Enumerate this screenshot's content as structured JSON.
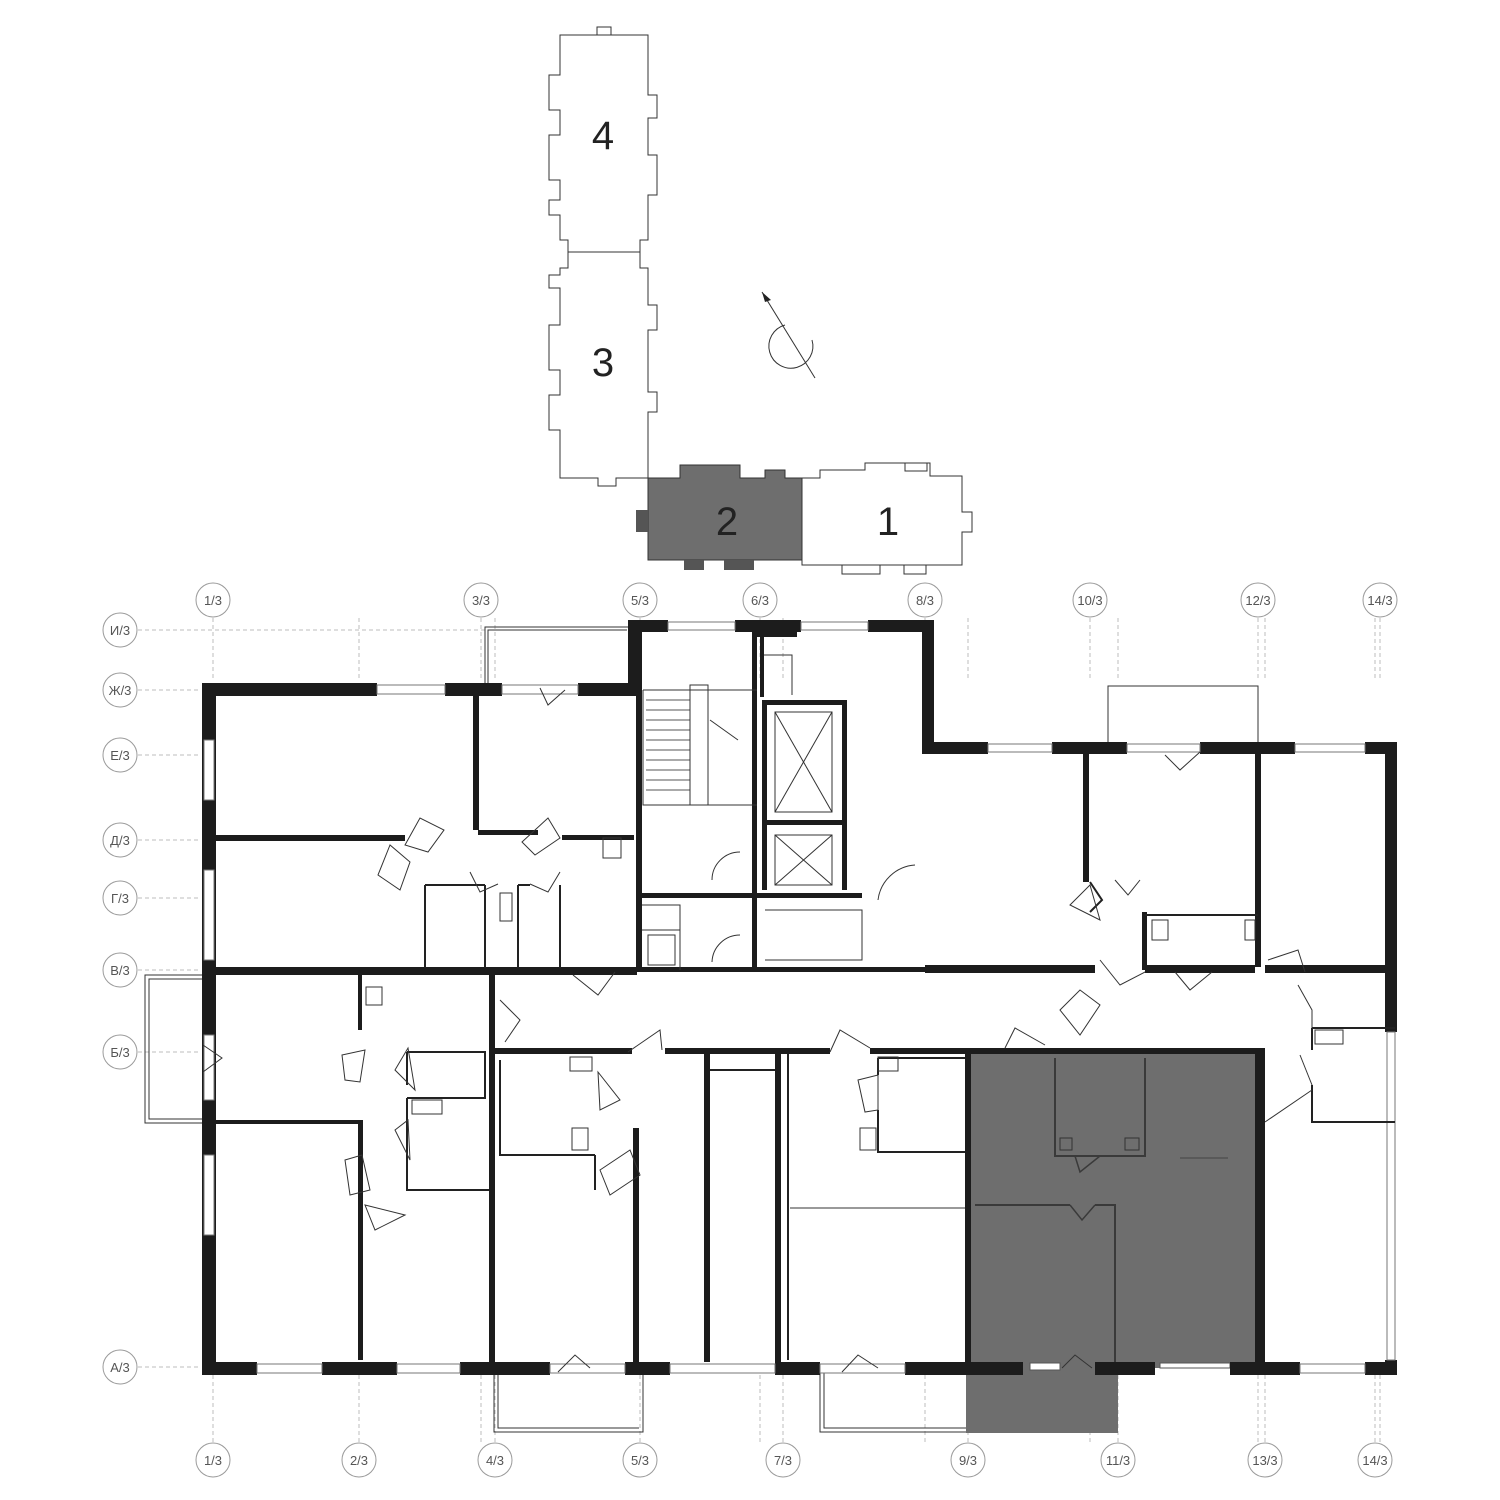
{
  "key_plan": {
    "sections": [
      {
        "label": "4",
        "highlighted": false
      },
      {
        "label": "3",
        "highlighted": false
      },
      {
        "label": "2",
        "highlighted": true
      },
      {
        "label": "1",
        "highlighted": false
      }
    ],
    "north_arrow_icon": "compass-icon"
  },
  "axes": {
    "top": [
      "1/3",
      "3/3",
      "5/3",
      "6/3",
      "8/3",
      "10/3",
      "12/3",
      "14/3"
    ],
    "bottom": [
      "1/3",
      "2/3",
      "4/3",
      "5/3",
      "7/3",
      "9/3",
      "11/3",
      "13/3",
      "14/3"
    ],
    "left": [
      "И/3",
      "Ж/3",
      "Е/3",
      "Д/3",
      "Г/3",
      "В/3",
      "Б/3",
      "А/3"
    ]
  },
  "colors": {
    "highlight": "#6e6e6e",
    "wall": "#1c1c1c",
    "line": "#222222",
    "background": "#ffffff"
  }
}
